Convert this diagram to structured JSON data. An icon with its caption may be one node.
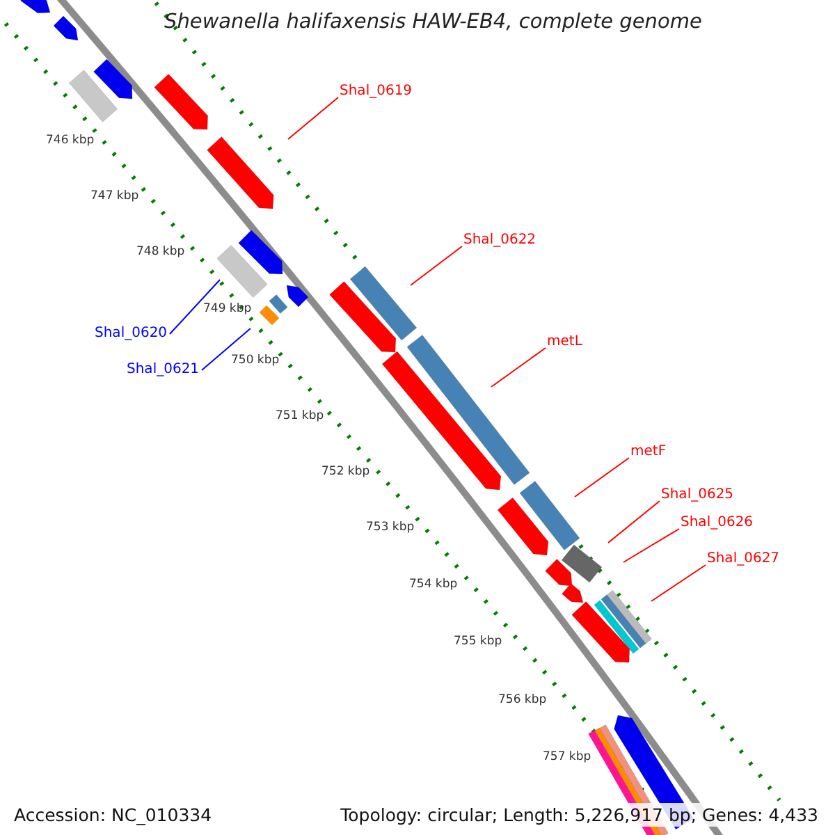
{
  "diagram": {
    "title": "Shewanella halifaxensis HAW-EB4, complete genome",
    "nodes": [
      {
        "text": [
          "Shal_0619"
        ]
      },
      {
        "text": [
          "Shal_0622"
        ]
      },
      {
        "text": [
          "metL"
        ]
      },
      {
        "text": [
          "metF"
        ]
      },
      {
        "text": [
          "Shal_0625"
        ]
      },
      {
        "text": [
          "Shal_0626"
        ]
      },
      {
        "text": [
          "Shal_0627"
        ]
      },
      {
        "text": [
          "Shal_0620"
        ]
      },
      {
        "text": [
          "Shal_0621"
        ]
      }
    ],
    "edges": [
      {
        "from": 0,
        "to": null,
        "arrow": "none"
      },
      {
        "from": 1,
        "to": null,
        "arrow": "none"
      },
      {
        "from": 2,
        "to": null,
        "arrow": "none"
      },
      {
        "from": 3,
        "to": null,
        "arrow": "none"
      },
      {
        "from": 4,
        "to": null,
        "arrow": "none"
      },
      {
        "from": 5,
        "to": null,
        "arrow": "none"
      },
      {
        "from": 6,
        "to": null,
        "arrow": "none"
      },
      {
        "from": 7,
        "to": null,
        "arrow": "none",
        "color": "#0000ff"
      },
      {
        "from": 8,
        "to": null,
        "arrow": "none",
        "color": "#0000ff"
      }
    ],
    "labels": [
      "746 kbp",
      "747 kbp",
      "748 kbp",
      "749 kbp",
      "750 kbp",
      "751 kbp",
      "752 kbp",
      "753 kbp",
      "754 kbp",
      "755 kbp",
      "756 kbp",
      "757 kbp",
      "Accession: NC_010334",
      "Topology: circular; Length: 5,226,917 bp; Genes: 4,433"
    ]
  }
}
